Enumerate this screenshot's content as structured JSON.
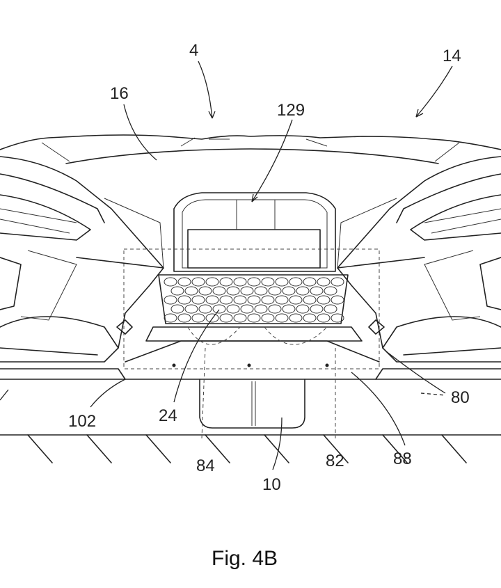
{
  "labels": {
    "l4": "4",
    "l14": "14",
    "l16": "16",
    "l129": "129",
    "l102": "102",
    "l24": "24",
    "l84": "84",
    "l10": "10",
    "l82": "82",
    "l88": "88",
    "l80": "80"
  },
  "caption": "Fig. 4B"
}
